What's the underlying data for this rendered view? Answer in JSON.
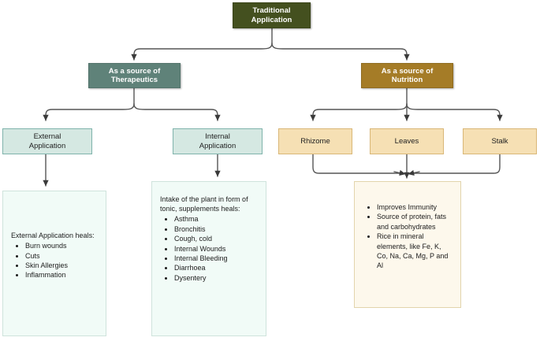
{
  "diagram": {
    "title": "Traditional Application flowchart",
    "colors": {
      "root_fill": "#44501f",
      "therapeutics_fill": "#5f8279",
      "nutrition_fill": "#a57c27",
      "mint_fill": "#d5e8e2",
      "mint_border": "#7fb3ab",
      "tan_fill": "#f6e0b4",
      "tan_border": "#d9b777",
      "mint_panel_fill": "#f1fbf7",
      "cream_panel_fill": "#fdf8ec",
      "connector": "#555555"
    },
    "root": {
      "label_line1": "Traditional",
      "label_line2": "Application"
    },
    "branches": {
      "therapeutics": {
        "label_line1": "As a source of",
        "label_line2": "Therapeutics"
      },
      "nutrition": {
        "label_line1": "As a source of",
        "label_line2": "Nutrition"
      }
    },
    "therapeutics_children": [
      {
        "label_line1": "External",
        "label_line2": "Application"
      },
      {
        "label_line1": "Internal",
        "label_line2": "Application"
      }
    ],
    "nutrition_children": [
      {
        "label": "Rhizome"
      },
      {
        "label": "Leaves"
      },
      {
        "label": "Stalk"
      }
    ],
    "panels": {
      "external": {
        "lead": "External Application heals:",
        "items": [
          "Burn wounds",
          "Cuts",
          "Skin Allergies",
          "Inflammation"
        ]
      },
      "internal": {
        "lead": "Intake of the plant in form of tonic, supplements heals:",
        "items": [
          "Asthma",
          "Bronchitis",
          "Cough, cold",
          "Internal Wounds",
          "Internal Bleeding",
          "Diarrhoea",
          "Dysentery"
        ]
      },
      "nutrition": {
        "lead": "",
        "items": [
          "Improves Immunity",
          "Source of protein, fats and carbohydrates",
          "Rice in mineral elements, like Fe, K, Co, Na, Ca, Mg, P and Al"
        ]
      }
    }
  }
}
